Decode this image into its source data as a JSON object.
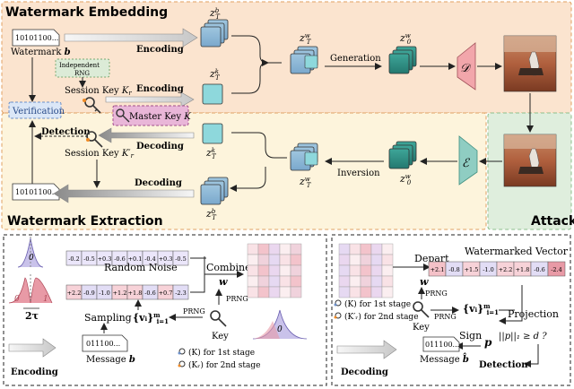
{
  "top": {
    "embedding_title": "Watermark Embedding",
    "extraction_title": "Watermark Extraction",
    "attack_title": "Attack",
    "bits_in": "10101100...",
    "watermark_label": "Watermark",
    "watermark_sym": "b",
    "rng_label_1": "Independent",
    "rng_label_2": "RNG",
    "session_key_label": "Session Key",
    "session_key_sym": "K",
    "session_key_sub": "r",
    "master_key_label": "Master Key",
    "master_key_sym": "K",
    "verification": "Verification",
    "detection": "Detection",
    "session_key_prime_sym": "K′",
    "bits_out": "10101100...",
    "encoding_1": "Encoding",
    "encoding_2": "Encoding",
    "decoding_1": "Decoding",
    "decoding_2": "Decoding",
    "zT_base": "z",
    "zT_sup": "b",
    "zT_sub": "T",
    "zTk_sup": "k",
    "zTw_sup": "w",
    "z0w_sub": "0",
    "generation": "Generation",
    "inversion": "Inversion",
    "decoder_sym": "𝒟",
    "encoder_sym": "ℰ"
  },
  "bottom_left": {
    "zero": "0",
    "one": "1",
    "tau_label": "2τ",
    "random_noise": "Random Noise",
    "noise_values": [
      "-0.2",
      "-0.5",
      "+0.3",
      "-0.6",
      "+0.1",
      "-0.4",
      "+0.3",
      "-0.5"
    ],
    "signed_values": [
      "+2.2",
      "-0.9",
      "-1.0",
      "+1.2",
      "+1.8",
      "-0.6",
      "+0.7",
      "-2.3"
    ],
    "combine": "Combine",
    "w_sym": "w",
    "prng_1": "PRNG",
    "prng_2": "PRNG",
    "sampling": "Sampling",
    "v_set": "{vᵢ}",
    "v_sup": "m",
    "v_sub": "i=1",
    "key": "Key",
    "k_first": "(K) for 1st stage",
    "k_second": "(Kᵣ) for 2nd stage",
    "bits": "011100...",
    "message_label": "Message",
    "message_sym": "b",
    "encoding": "Encoding"
  },
  "bottom_right": {
    "watermarked_vector": "Watermarked Vector",
    "depart": "Depart",
    "vector_values": [
      "+2.1",
      "-0.8",
      "+1.5",
      "-1.0",
      "+2.2",
      "+1.8",
      "-0.6",
      "-2.4"
    ],
    "w_sym": "w",
    "prng_1": "PRNG",
    "prng_2": "PRNG",
    "v_set": "{vᵢ}",
    "v_sup": "m",
    "v_sub": "i=1",
    "projection": "Projection",
    "key": "Key",
    "k_first": "(K) for 1st stage",
    "k_second": "(K′ᵣ) for 2nd stage",
    "sign": "Sign",
    "p_sym": "p",
    "norm": "||p||₁ ≥ d ?",
    "bits": "011100...",
    "message_label": "Message",
    "message_sym": "b̂",
    "detection": "Detection",
    "decoding": "Decoding"
  },
  "colors": {
    "embed_bg": "#fbe4cf",
    "extract_bg": "#fdf4dc",
    "attack_bg": "#dfeedd",
    "cube_blue": "#8fbcd8",
    "cube_cyan": "#8ed8dc",
    "cube_teal": "#2f8f84",
    "decoder_pink": "#f2a6ab",
    "encoder_teal": "#8fcdc2",
    "pos_red": "#e89aa6",
    "neg_purple": "#c9c2ea",
    "verify_blue": "#dbe7f7"
  }
}
